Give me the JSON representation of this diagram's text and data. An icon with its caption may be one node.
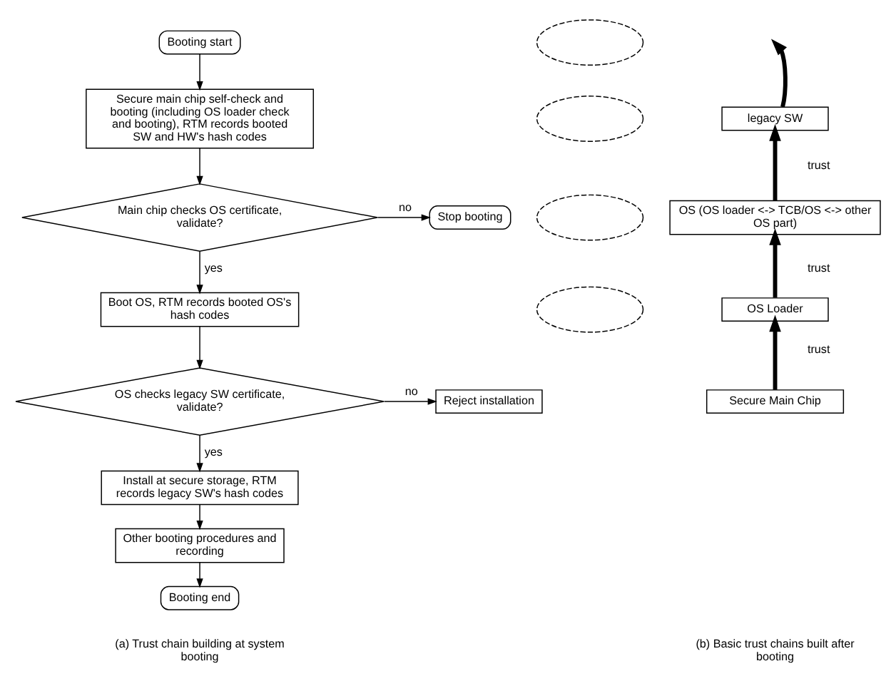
{
  "diagram": {
    "nodes": [
      {
        "text": [
          "Booting start"
        ]
      },
      {
        "text": [
          "Secure main chip self-check and booting (including OS loader check and booting), RTM records booted SW and HW's hash codes"
        ]
      },
      {
        "text": [
          "Main chip checks OS certificate, validate?"
        ]
      },
      {
        "text": [
          "Stop booting"
        ]
      },
      {
        "text": [
          "Boot OS, RTM records booted OS's hash codes"
        ]
      },
      {
        "text": [
          "OS checks legacy SW certificate, validate?"
        ]
      },
      {
        "text": [
          "Reject installation"
        ]
      },
      {
        "text": [
          "Install at secure storage, RTM records legacy SW's hash codes"
        ]
      },
      {
        "text": [
          "Other booting procedures and recording"
        ]
      },
      {
        "text": [
          "Booting end"
        ]
      },
      {
        "text": [],
        "shape": "ellipse"
      },
      {
        "text": [],
        "shape": "ellipse"
      },
      {
        "text": [],
        "shape": "ellipse"
      },
      {
        "text": [],
        "shape": "ellipse"
      },
      {
        "text": [
          "legacy SW"
        ]
      },
      {
        "text": [
          "OS (OS loader <-> TCB/OS <-> other OS part)"
        ]
      },
      {
        "text": [
          "OS Loader"
        ]
      },
      {
        "text": [
          "Secure Main Chip"
        ]
      }
    ],
    "edges": [
      {
        "from": 0,
        "to": 1,
        "arrow": "to"
      },
      {
        "from": 1,
        "to": 2,
        "arrow": "to"
      },
      {
        "from": 2,
        "to": 3,
        "label": "no",
        "arrow": "to"
      },
      {
        "from": 2,
        "to": 4,
        "label": "yes",
        "arrow": "to"
      },
      {
        "from": 4,
        "to": 5,
        "arrow": "to"
      },
      {
        "from": 5,
        "to": 6,
        "label": "no",
        "arrow": "to"
      },
      {
        "from": 5,
        "to": 7,
        "label": "yes",
        "arrow": "to"
      },
      {
        "from": 7,
        "to": 8,
        "arrow": "to"
      },
      {
        "from": 8,
        "to": 9,
        "arrow": "to"
      },
      {
        "from": 17,
        "to": 16,
        "label": "trust",
        "arrow": "to",
        "style": "thick"
      },
      {
        "from": 16,
        "to": 15,
        "label": "trust",
        "arrow": "to",
        "style": "thick"
      },
      {
        "from": 15,
        "to": 14,
        "label": "trust",
        "arrow": "to",
        "style": "thick"
      },
      {
        "from": 14,
        "to": null,
        "arrow": "to",
        "style": "thick"
      }
    ],
    "labels": [
      "(a) Trust chain building at system booting",
      "(b) Basic trust chains built after booting"
    ]
  }
}
